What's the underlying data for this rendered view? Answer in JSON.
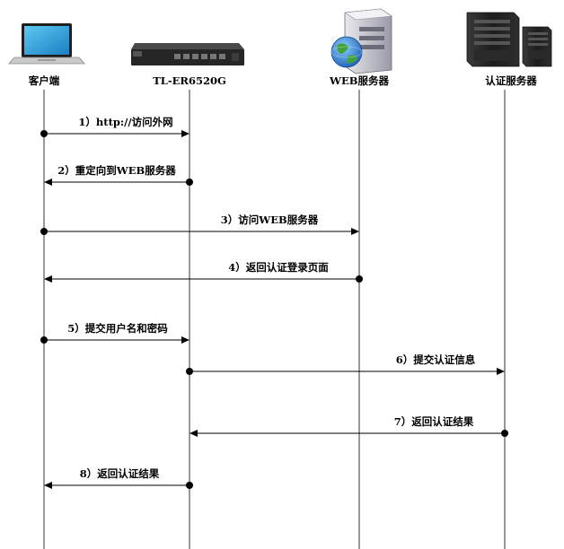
{
  "participants": [
    {
      "key": "client",
      "label": "客户端",
      "icon": "laptop-icon"
    },
    {
      "key": "router",
      "label": "TL-ER6520G",
      "icon": "router-icon"
    },
    {
      "key": "web",
      "label": "WEB服务器",
      "icon": "web-server-globe-icon"
    },
    {
      "key": "auth",
      "label": "认证服务器",
      "icon": "server-tower-icon"
    }
  ],
  "messages": [
    {
      "from": "client",
      "to": "router",
      "label": "1）http://访问外网"
    },
    {
      "from": "router",
      "to": "client",
      "label": "2）重定向到WEB服务器"
    },
    {
      "from": "client",
      "to": "web",
      "label": "3）访问WEB服务器"
    },
    {
      "from": "web",
      "to": "client",
      "label": "4）返回认证登录页面"
    },
    {
      "from": "client",
      "to": "router",
      "label": "5）提交用户名和密码"
    },
    {
      "from": "router",
      "to": "auth",
      "label": "6）提交认证信息"
    },
    {
      "from": "auth",
      "to": "router",
      "label": "7）返回认证结果"
    },
    {
      "from": "router",
      "to": "client",
      "label": "8）返回认证结果"
    }
  ]
}
